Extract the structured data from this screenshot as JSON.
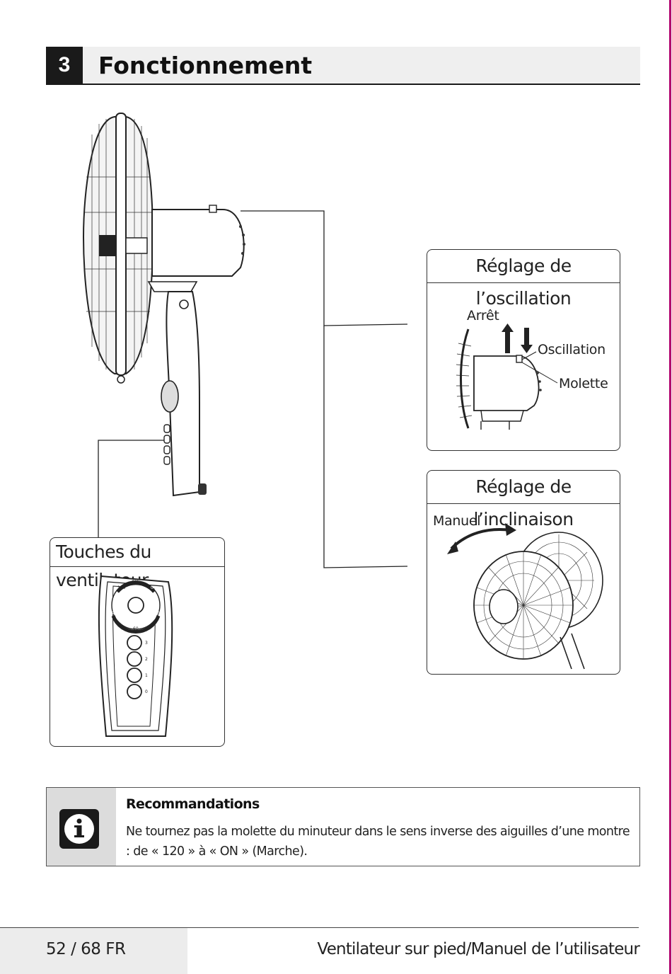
{
  "header": {
    "section_number": "3",
    "title": "Fonctionnement"
  },
  "oscillation_box": {
    "title": "Réglage de l’oscillation",
    "label_stop": "Arrêt",
    "label_oscillation": "Oscillation",
    "label_knob": "Molette"
  },
  "tilt_box": {
    "title": "Réglage de l’inclinaison",
    "label_manual": "Manuel"
  },
  "buttons_box": {
    "title": "Touches du ventilateur",
    "timer_labels": [
      "ON",
      "0",
      "30",
      "60",
      "90",
      "120"
    ],
    "speed_labels": [
      "3",
      "2",
      "1",
      "0"
    ]
  },
  "note": {
    "heading": "Recommandations",
    "text": "Ne tournez pas la molette du minuteur dans le sens inverse des aiguilles d’une montre : de « 120 » à « ON » (Marche)."
  },
  "footer": {
    "page": "52 / 68 FR",
    "manual_title": "Ventilateur sur pied/Manuel de l’utilisateur"
  },
  "colors": {
    "accent_edge": "#b0006e",
    "dark": "#1a1a1a",
    "panel_gray": "#efefef"
  }
}
